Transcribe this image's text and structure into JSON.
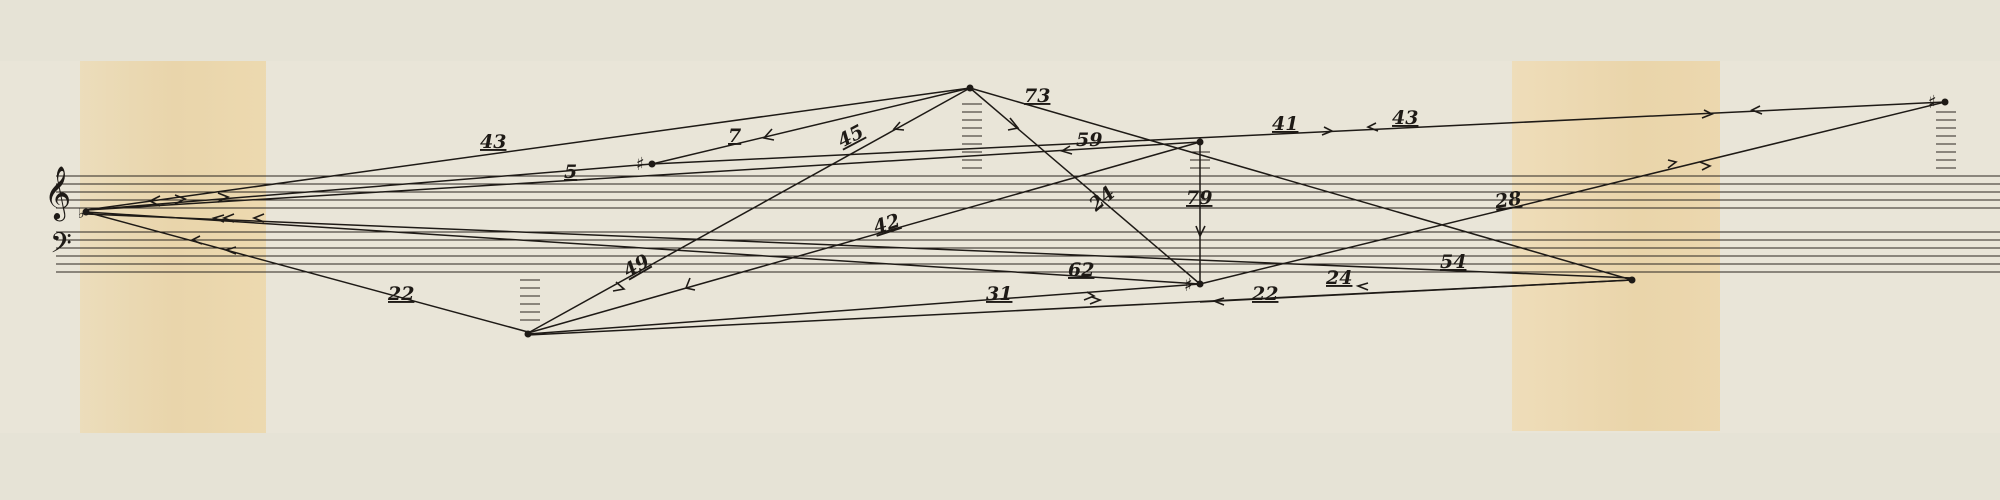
{
  "diagram": {
    "clefs": {
      "treble": "𝄞",
      "bass": "𝄢"
    },
    "accidentals": {
      "sharp": "♯"
    },
    "interval_labels": [
      {
        "id": "l43a",
        "text": "43"
      },
      {
        "id": "l5",
        "text": "5"
      },
      {
        "id": "l22a",
        "text": "22"
      },
      {
        "id": "l7",
        "text": "7"
      },
      {
        "id": "l45",
        "text": "45"
      },
      {
        "id": "l49",
        "text": "49"
      },
      {
        "id": "l73",
        "text": "73"
      },
      {
        "id": "l59",
        "text": "59"
      },
      {
        "id": "l42",
        "text": "42"
      },
      {
        "id": "l62",
        "text": "62"
      },
      {
        "id": "l31",
        "text": "31"
      },
      {
        "id": "l24a",
        "text": "24"
      },
      {
        "id": "l79",
        "text": "79"
      },
      {
        "id": "l22b",
        "text": "22"
      },
      {
        "id": "l24b",
        "text": "24"
      },
      {
        "id": "l41",
        "text": "41"
      },
      {
        "id": "l43b",
        "text": "43"
      },
      {
        "id": "l28",
        "text": "28"
      },
      {
        "id": "l54",
        "text": "54"
      }
    ]
  },
  "colors": {
    "background": "#e6e3d6",
    "paper": "#e9e5d8",
    "stain": "#e8d3a8",
    "ink": "#1e1a16"
  }
}
